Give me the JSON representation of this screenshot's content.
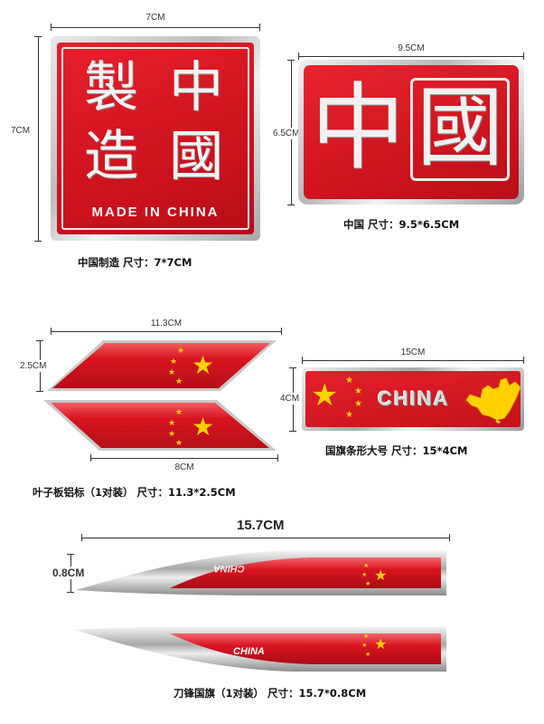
{
  "badge1": {
    "width_label": "7CM",
    "height_label": "7CM",
    "chars": [
      "製",
      "中",
      "造",
      "國"
    ],
    "subtitle": "MADE IN CHINA",
    "caption": "中国制造 尺寸：7*7CM"
  },
  "badge2": {
    "width_label": "9.5CM",
    "height_label": "6.5CM",
    "chars": [
      "中",
      "國"
    ],
    "caption": "中国 尺寸：9.5*6.5CM"
  },
  "badge3": {
    "width_label": "11.3CM",
    "height_label": "2.5CM",
    "bottom_label": "8CM",
    "caption": "叶子板铝标（1对装） 尺寸：11.3*2.5CM"
  },
  "badge4": {
    "width_label": "15CM",
    "height_label": "4CM",
    "word": "CHINA",
    "caption": "国旗条形大号 尺寸：15*4CM"
  },
  "badge5": {
    "width_label": "15.7CM",
    "height_label": "0.8CM",
    "word_top": "CHINA",
    "word_bottom": "CHINA",
    "caption": "刀锋国旗（1对装） 尺寸：15.7*0.8CM"
  },
  "colors": {
    "red": "#d4141f",
    "star": "#ffd200",
    "silver": "#c8c8c8"
  }
}
